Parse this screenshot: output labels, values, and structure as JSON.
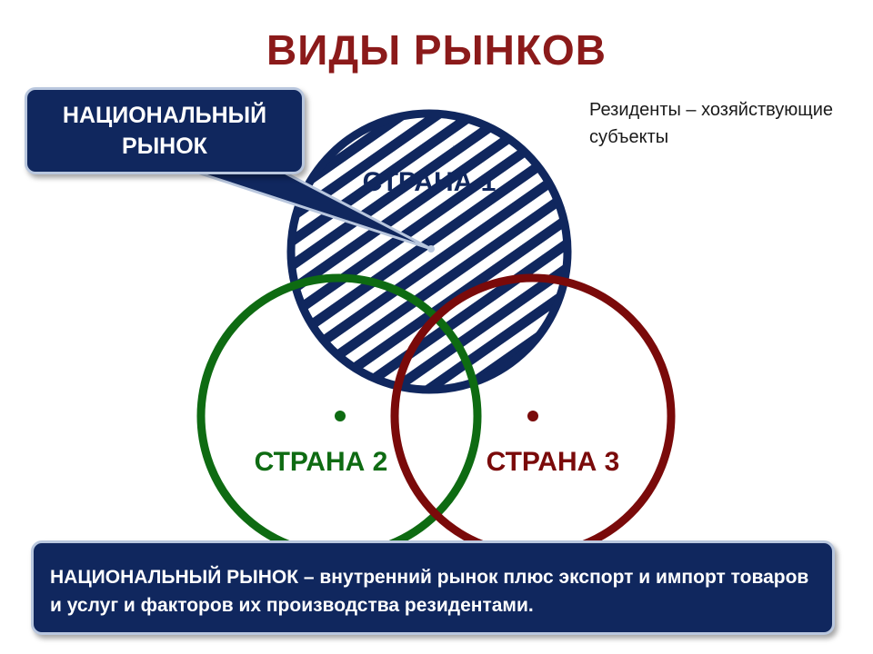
{
  "title": "ВИДЫ РЫНКОВ",
  "note": "Резиденты – хозяйствующие субъекты",
  "callout": {
    "line1": "НАЦИОНАЛЬНЫЙ",
    "line2": "РЫНОК"
  },
  "countries": [
    {
      "label": "СТРАНА 1",
      "color": "#10275e"
    },
    {
      "label": "СТРАНА 2",
      "color": "#0e6b12"
    },
    {
      "label": "СТРАНА 3",
      "color": "#7a0a0a"
    }
  ],
  "definition": "НАЦИОНАЛЬНЫЙ РЫНОК – внутренний рынок плюс экспорт и импорт товаров и услуг и факторов их производства резидентами.",
  "colors": {
    "title": "#8b1a1a",
    "box_fill": "#10275e",
    "box_border": "#b9c7de"
  }
}
